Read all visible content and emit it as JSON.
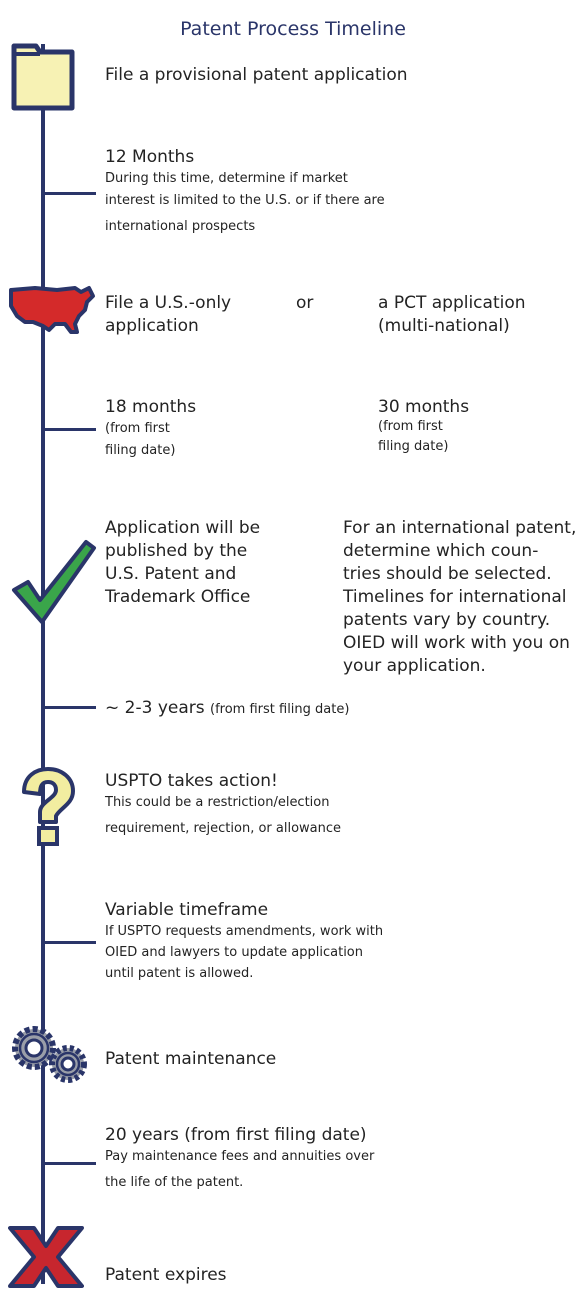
{
  "title": "Patent Process Timeline",
  "steps": {
    "file_provisional": "File a provisional patent application",
    "wait_12": {
      "label": "12 Months",
      "note_line1": "During this time, determine if market",
      "note_line2": "interest is limited to the U.S. or if there are",
      "note_line3": "international prospects"
    },
    "us_only": {
      "line1": "File a U.S.-only",
      "line2": "application"
    },
    "or": "or",
    "pct": {
      "line1": "a PCT application",
      "line2": "(multi-national)"
    },
    "wait_18": {
      "label": "18 months",
      "note_line1": "(from first",
      "note_line2": "filing date)"
    },
    "wait_30": {
      "label": "30 months",
      "note_line1": "(from first",
      "note_line2": "filing date)"
    },
    "published": {
      "line1": "Application will be",
      "line2": "published by the",
      "line3": "U.S. Patent and",
      "line4": "Trademark Office"
    },
    "international": {
      "line1": "For an international patent,",
      "line2": "determine which coun-",
      "line3": "tries should be selected.",
      "line4": "Timelines for international",
      "line5": "patents vary by country.",
      "line6": "OIED will work with you on",
      "line7": "your application."
    },
    "wait_2_3": {
      "label": "~ 2-3 years",
      "note": "(from first filing date)"
    },
    "uspto_action": {
      "label": "USPTO takes action!",
      "note_line1": "This could be a restriction/election",
      "note_line2": "requirement, rejection, or allowance"
    },
    "variable": {
      "label": "Variable timeframe",
      "note_line1": "If USPTO requests amendments, work with",
      "note_line2": "OIED and lawyers to update application",
      "note_line3": "until patent is allowed."
    },
    "maintenance": "Patent maintenance",
    "wait_20": {
      "label": "20 years (from first filing date)",
      "note_line1": "Pay maintenance fees and annuities over",
      "note_line2": "the life of the patent."
    },
    "expires": "Patent expires"
  },
  "icons": [
    "folder-icon",
    "usa-map-icon",
    "checkmark-icon",
    "question-mark-icon",
    "gears-icon",
    "x-mark-icon"
  ],
  "colors": {
    "line": "#2a3569",
    "title": "#2a3569",
    "folder": "#f7f2b4",
    "map": "#d42a2a",
    "check": "#3aa54a",
    "question": "#f2eda0",
    "gear": "#9a9ea8",
    "x": "#c7262e"
  }
}
